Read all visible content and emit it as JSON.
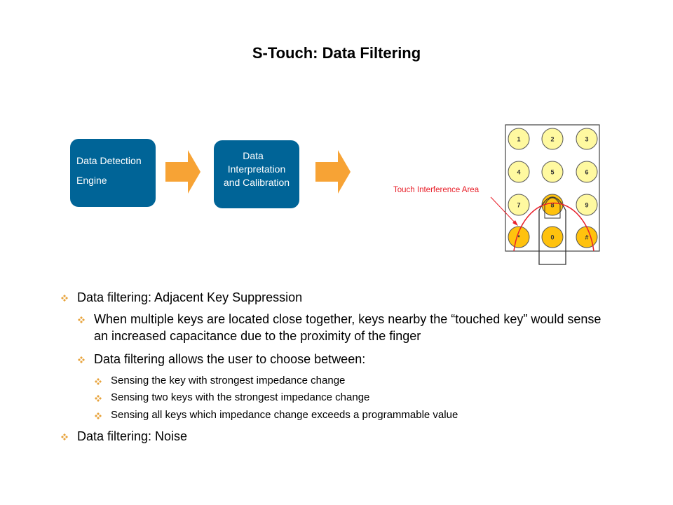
{
  "title": "S-Touch: Data Filtering",
  "flow": {
    "box1": [
      "Data Detection",
      "Engine"
    ],
    "box2": [
      "Data",
      "Interpretation",
      "and Calibration"
    ],
    "box_color": "#006497",
    "arrow_color": "#F7A335"
  },
  "keypad": {
    "keys": [
      "1",
      "2",
      "3",
      "4",
      "5",
      "6",
      "7",
      "8",
      "9",
      "*",
      "0",
      "#"
    ],
    "highlighted": [
      "8",
      "*",
      "0",
      "#"
    ],
    "label": "Touch Interference Area",
    "light_color": "#FFF9A0",
    "highlight_color": "#FFC20E",
    "label_color": "#E8202A"
  },
  "bullets": [
    {
      "level": 1,
      "text": "Data filtering: Adjacent Key Suppression"
    },
    {
      "level": 2,
      "text": "When multiple  keys are located close together, keys nearby the “touched key” would sense an increased capacitance due to the proximity of the finger"
    },
    {
      "level": 2,
      "text": "Data filtering allows the user to choose between:"
    },
    {
      "level": 3,
      "text": "Sensing the key with strongest impedance change"
    },
    {
      "level": 3,
      "text": "Sensing two keys with the strongest impedance change"
    },
    {
      "level": 3,
      "text": "Sensing all keys which impedance change exceeds a programmable value"
    },
    {
      "level": 1,
      "text": "Data filtering: Noise"
    }
  ],
  "bullet_icon": "four-diamond-bullet-icon",
  "bullet_color": "#E8A33C"
}
